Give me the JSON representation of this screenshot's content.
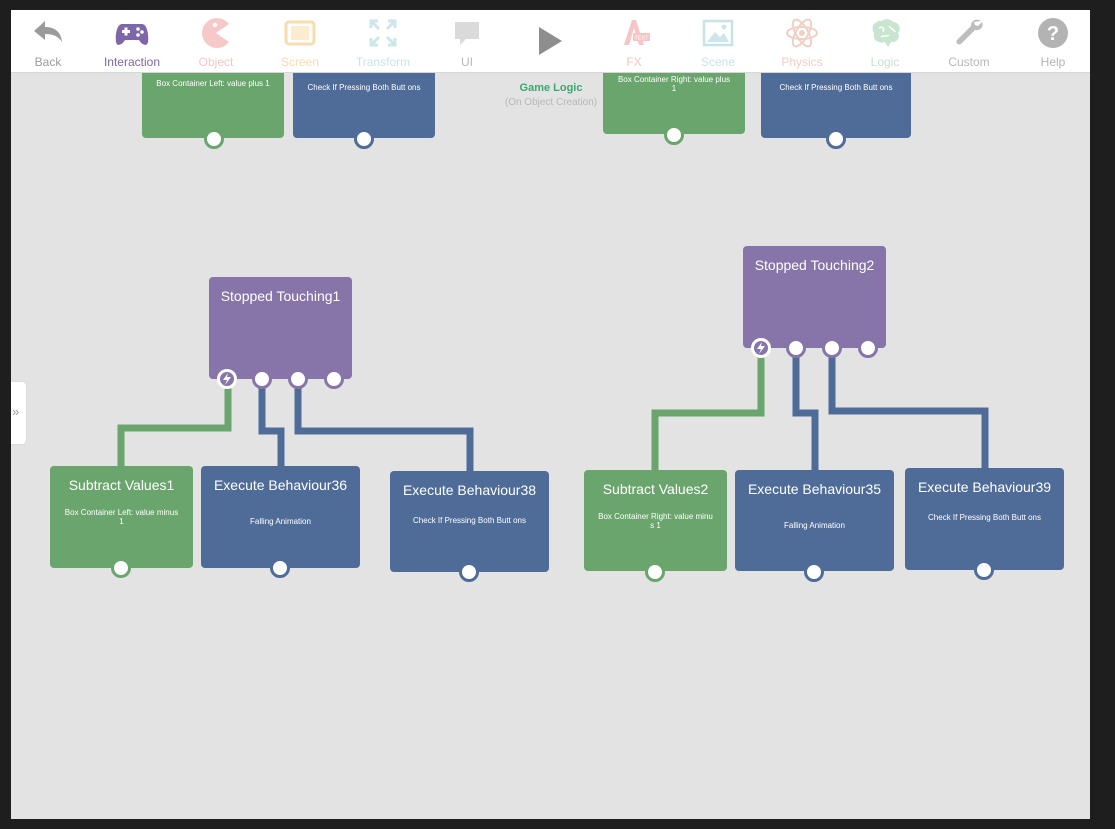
{
  "toolbar": {
    "back": "Back",
    "interaction": "Interaction",
    "object": "Object",
    "screen": "Screen",
    "transform": "Transform",
    "ui": "UI",
    "fx": "FX",
    "scene": "Scene",
    "physics": "Physics",
    "logic": "Logic",
    "custom": "Custom",
    "help": "Help",
    "fx_icon_text": "TEXT"
  },
  "canvas": {
    "header_title": "Game Logic",
    "header_subtitle": "(On Object Creation)"
  },
  "nodes": {
    "top_green_left": {
      "desc": "Box Container Left: value plus 1"
    },
    "top_blue_left": {
      "desc": "Check If Pressing Both Butt ons"
    },
    "top_green_right": {
      "desc": "Box Container Right: value plus 1"
    },
    "top_blue_right": {
      "desc": "Check If Pressing Both Butt ons"
    },
    "stopped1": {
      "title": "Stopped Touching1"
    },
    "stopped2": {
      "title": "Stopped Touching2"
    },
    "subtract1": {
      "title": "Subtract Values1",
      "desc": "Box Container Left: value minus 1"
    },
    "exec36": {
      "title": "Execute Behaviour36",
      "desc": "Falling Animation"
    },
    "exec38": {
      "title": "Execute Behaviour38",
      "desc": "Check If Pressing Both Butt ons"
    },
    "subtract2": {
      "title": "Subtract Values2",
      "desc": "Box Container Right: value minus 1"
    },
    "exec35": {
      "title": "Execute Behaviour35",
      "desc": "Falling Animation"
    },
    "exec39": {
      "title": "Execute Behaviour39",
      "desc": "Check If Pressing Both Butt ons"
    }
  },
  "colors": {
    "green": "#6aa56d",
    "blue": "#4f6c99",
    "purple": "#8774a8",
    "interaction_active": "#7d67a8",
    "accent": "#3aa870"
  }
}
